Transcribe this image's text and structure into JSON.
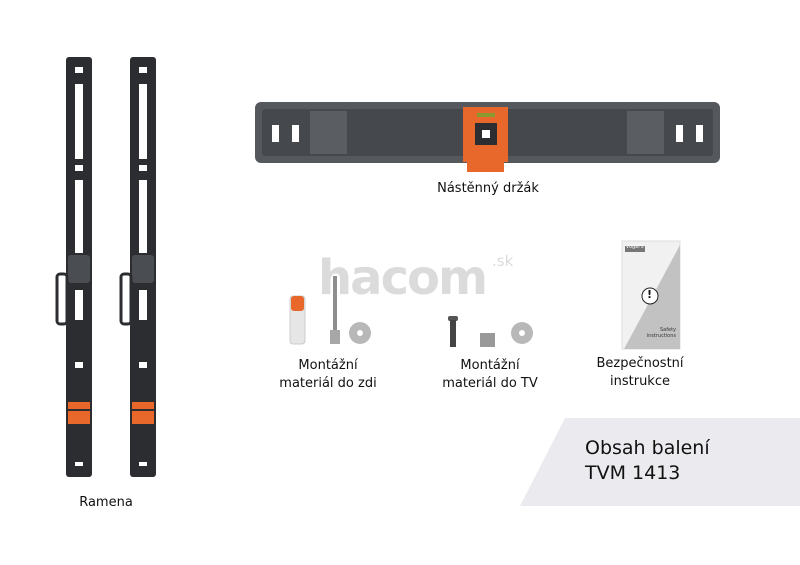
{
  "items": {
    "arms": {
      "label": "Ramena"
    },
    "wall_bracket": {
      "label": "Nástěnný držák"
    },
    "wall_hardware": {
      "label_line1": "Montážní",
      "label_line2": "materiál do zdi"
    },
    "tv_hardware": {
      "label_line1": "Montážní",
      "label_line2": "materiál do TV"
    },
    "safety": {
      "label_line1": "Bezpečnostní",
      "label_line2": "instrukce",
      "booklet_text_line1": "Safety",
      "booklet_text_line2": "instructions",
      "booklet_brand": "vogel's",
      "booklet_symbol": "!"
    }
  },
  "panel": {
    "line1": "Obsah balení",
    "line2": "TVM 1413"
  },
  "watermark": {
    "text": "hacom",
    "suffix": ".sk"
  },
  "colors": {
    "accent": "#e8672a",
    "dark": "#2b2d30",
    "bracket": "#55585c",
    "panel": "#ebebef"
  }
}
